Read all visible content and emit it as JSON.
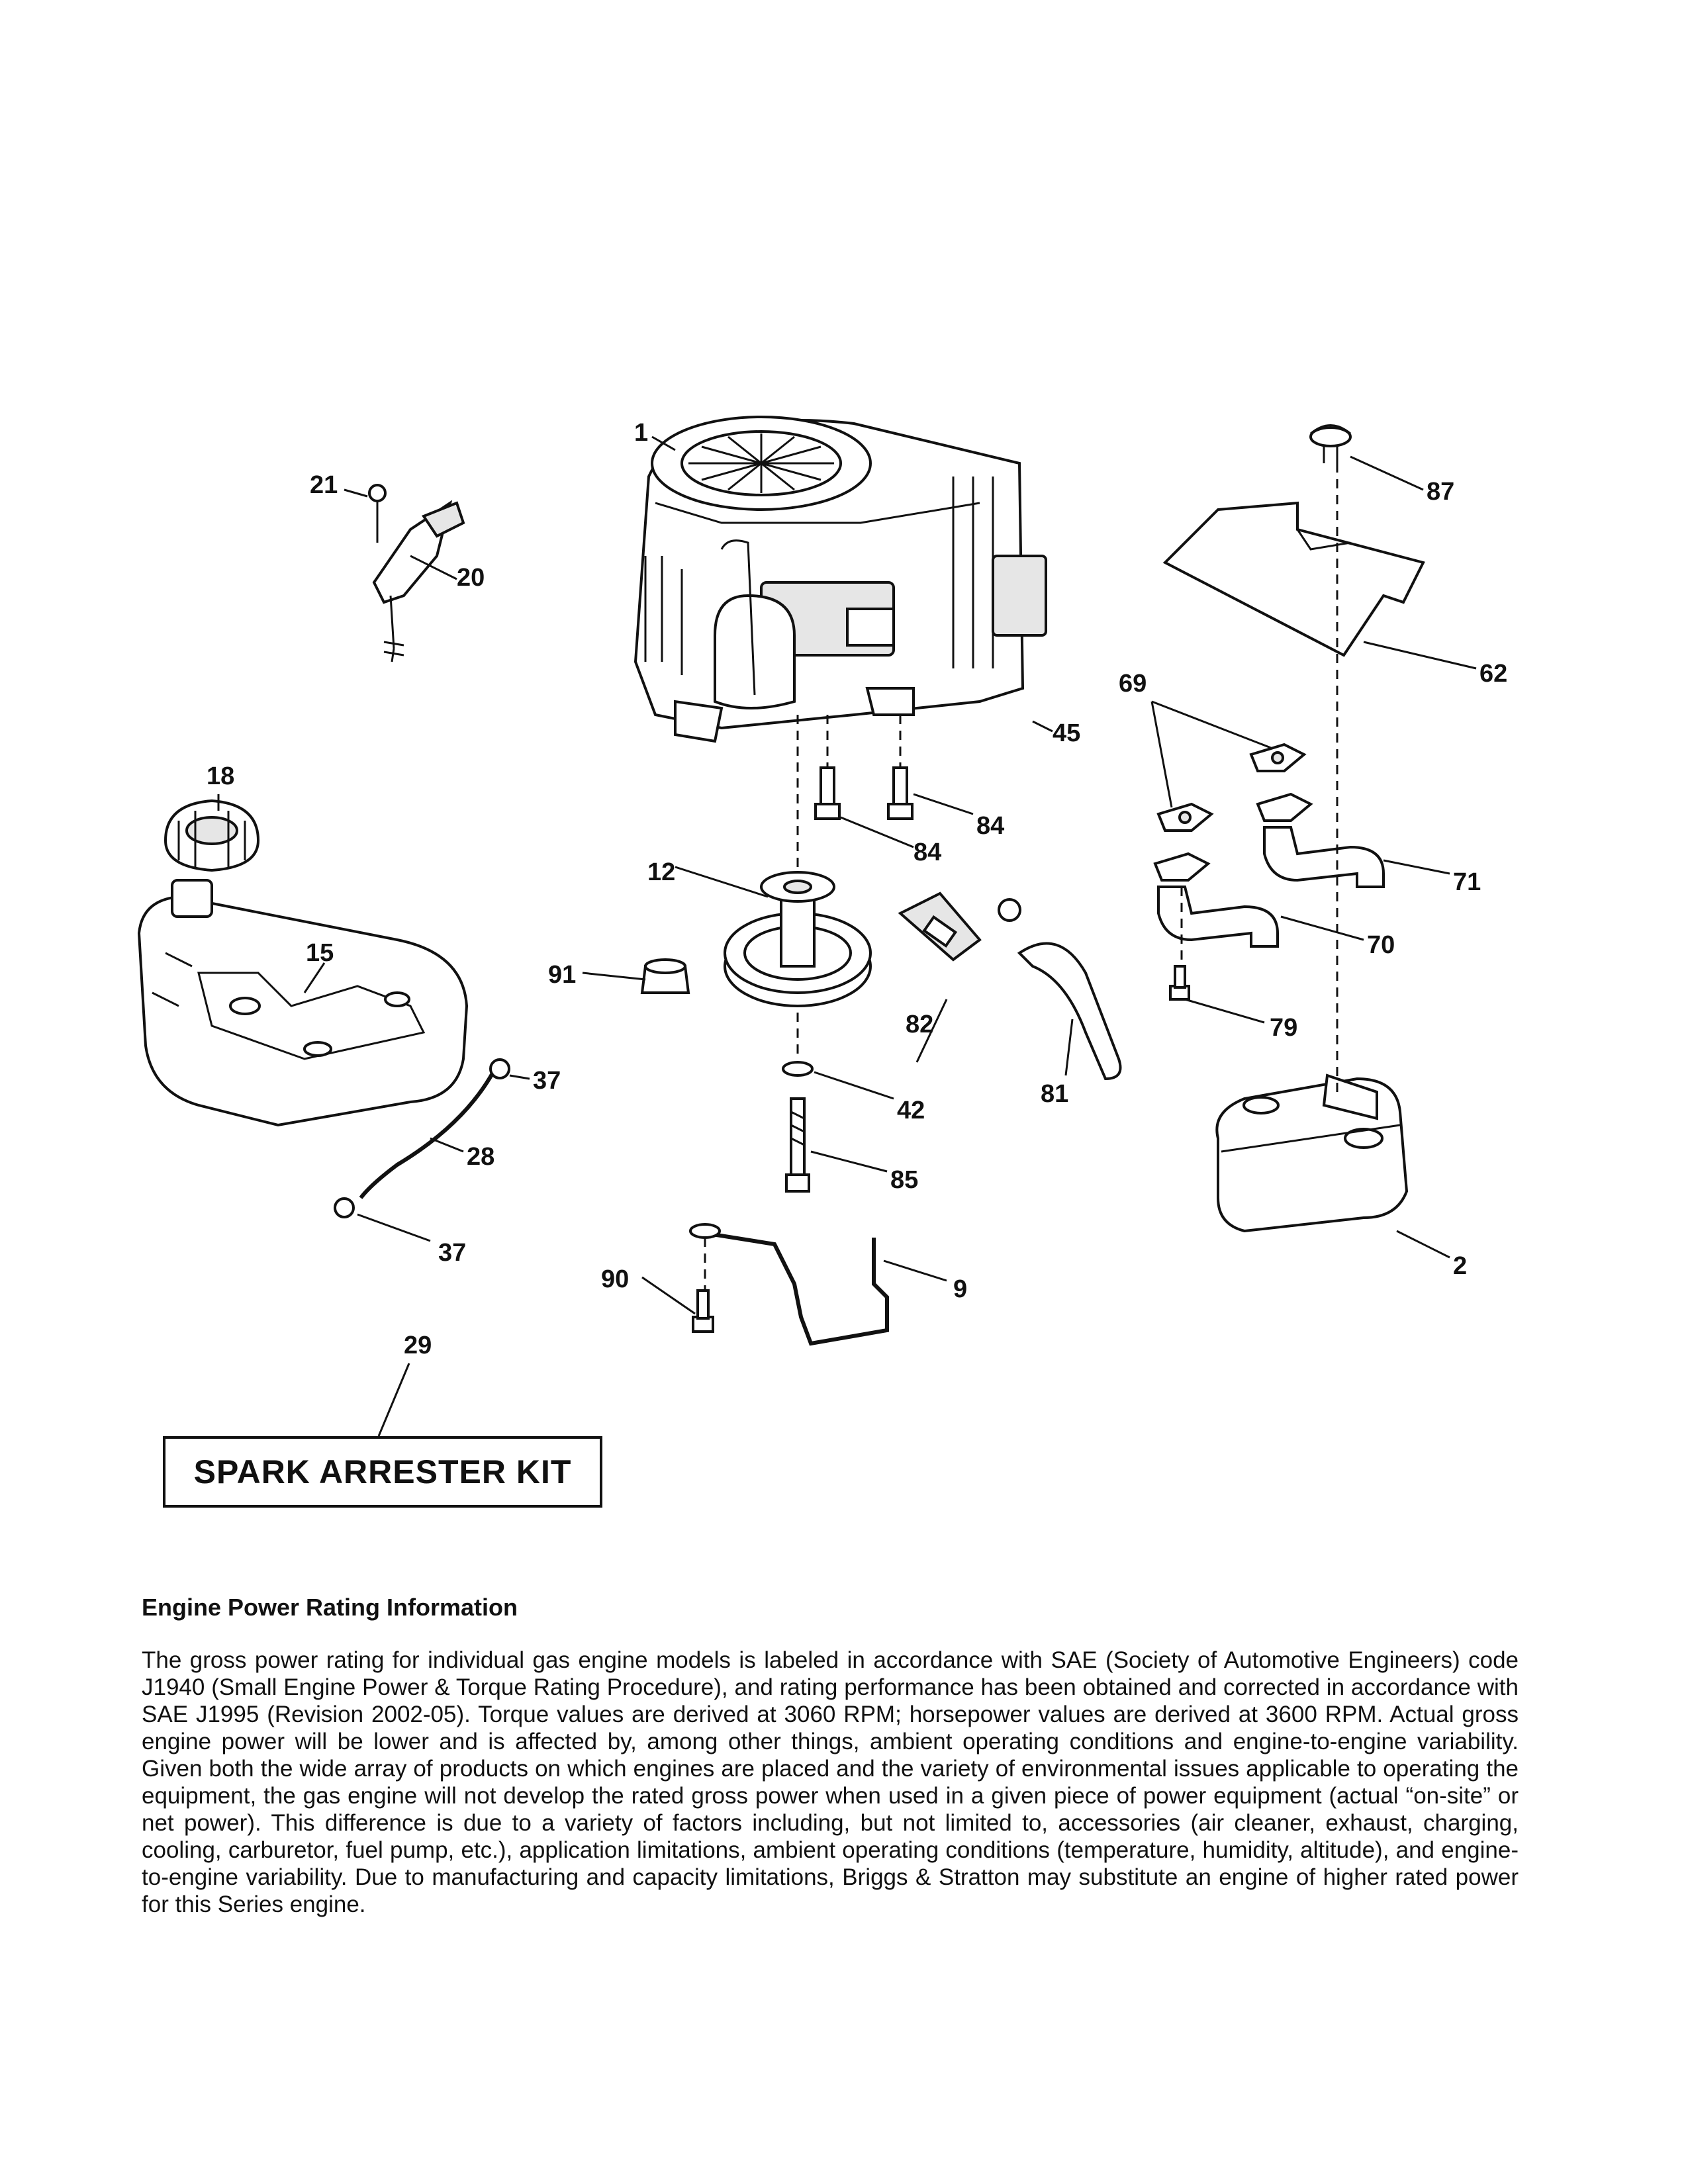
{
  "diagram": {
    "callouts": [
      "1",
      "87",
      "21",
      "20",
      "62",
      "69",
      "45",
      "18",
      "84",
      "84",
      "12",
      "71",
      "15",
      "70",
      "91",
      "82",
      "37",
      "79",
      "81",
      "42",
      "28",
      "85",
      "37",
      "2",
      "90",
      "9",
      "29"
    ]
  },
  "kit_box": {
    "label": "SPARK ARRESTER KIT"
  },
  "info": {
    "title": "Engine Power Rating Information",
    "body": "The gross power rating for individual gas engine models is labeled in accordance with SAE (Society of Automotive Engineers) code J1940 (Small Engine Power & Torque Rating Procedure), and rating performance has been obtained and corrected in accordance with SAE J1995 (Revision 2002-05). Torque values are derived at 3060 RPM; horsepower values are derived at 3600 RPM. Actual gross engine power will be lower and is affected by, among other things, ambient operating conditions and engine-to-engine variability. Given both the wide array of products on which engines are placed and the variety of environmental issues applicable to operating the equipment, the gas engine will not develop the rated gross power when used in a given piece of power equipment (actual “on-site” or net power). This difference is due to a variety of factors including, but not limited to, accessories (air cleaner, exhaust, charging, cooling, carburetor, fuel pump, etc.), application limitations, ambient operating conditions (temperature, humidity, altitude), and engine-to-engine variability. Due to manufacturing and capacity limitations, Briggs & Stratton may substitute an engine of higher rated power for this Series engine."
  }
}
